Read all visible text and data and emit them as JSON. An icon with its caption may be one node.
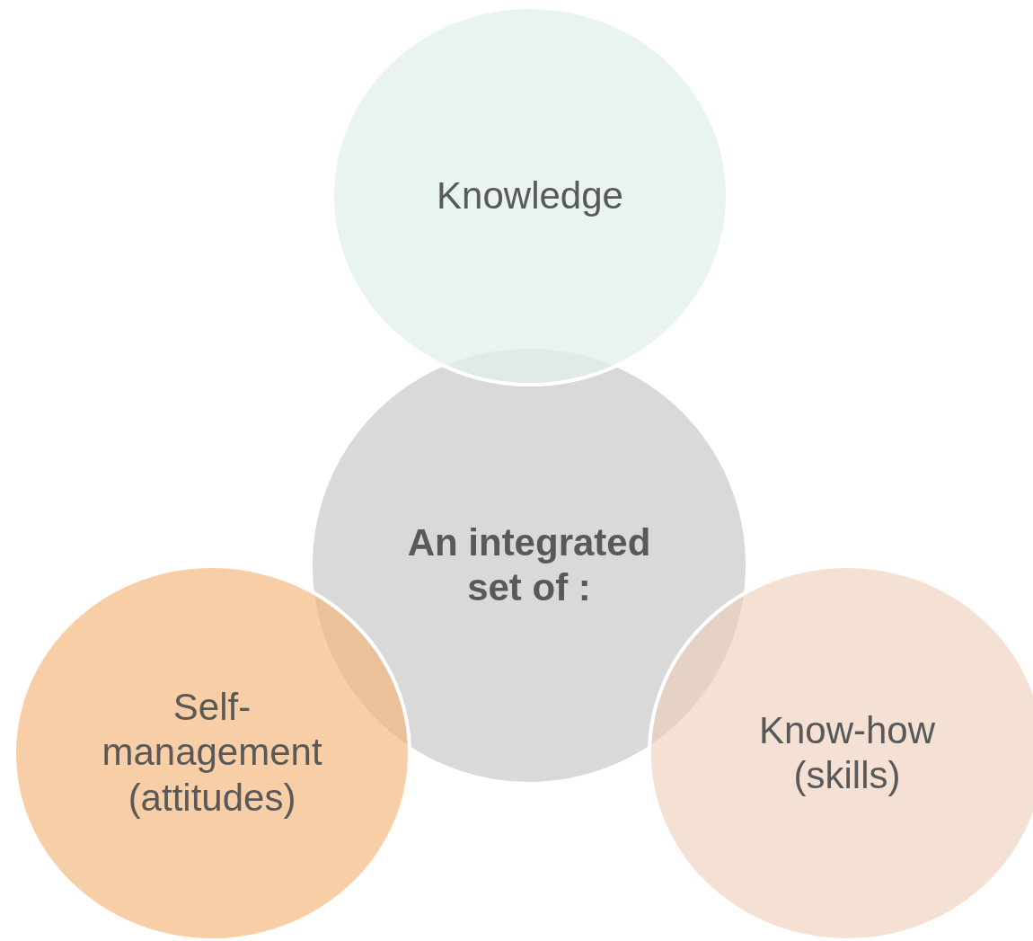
{
  "diagram": {
    "nodes": [
      {
        "text": [
          "Knowledge"
        ]
      },
      {
        "text": [
          "An integrated set of :"
        ]
      },
      {
        "text": [
          "Self-management (attitudes)"
        ]
      },
      {
        "text": [
          "Know-how (skills)"
        ]
      }
    ]
  }
}
